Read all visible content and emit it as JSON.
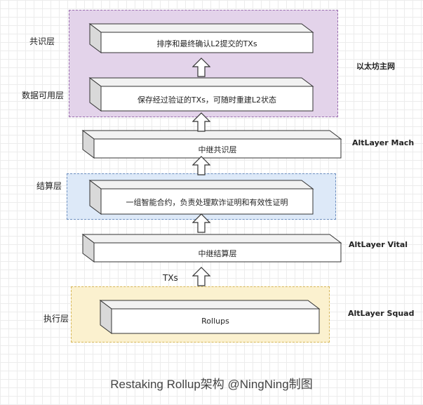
{
  "layers": {
    "consensus": "共识层",
    "data_availability": "数据可用层",
    "settlement": "结算层",
    "execution": "执行层"
  },
  "networks": {
    "ethereum": "以太坊主网",
    "mach": "AltLayer Mach",
    "vital": "AltLayer Vital",
    "squad": "AltLayer Squad"
  },
  "boxes": {
    "sort_confirm": "排序和最终确认L2提交的TXs",
    "store_txs": "保存经过验证的TXs，可随时重建L2状态",
    "relay_consensus": "中继共识层",
    "contracts": "一组智能合约，负责处理欺诈证明和有效性证明",
    "relay_settlement": "中继结算层",
    "rollups": "Rollups"
  },
  "txs_label": "TXs",
  "caption": "Restaking Rollup架构 @NingNing制图",
  "colors": {
    "ethereum_region": "#e3d3ea",
    "settlement_region": "#dde9f8",
    "execution_region": "#fbf1cf"
  }
}
